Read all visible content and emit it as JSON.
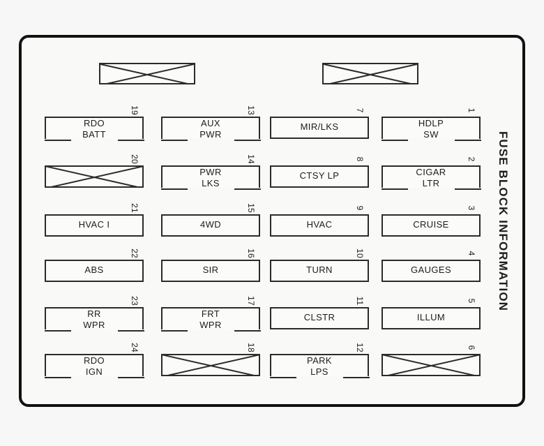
{
  "diagram": {
    "caption": "FUSE BLOCK INFORMATION",
    "frame_color": "#111111",
    "slot_border_color": "#2b2b2b",
    "background_color": "#f7f7f7"
  },
  "relays": [
    {
      "id": "relay-left",
      "number": "",
      "label_line1": "",
      "label_line2": "",
      "empty": true
    },
    {
      "id": "relay-right",
      "number": "",
      "label_line1": "",
      "label_line2": "",
      "empty": true
    }
  ],
  "columns": [
    {
      "index": 1,
      "fuses": [
        {
          "number": "19",
          "label_line1": "RDO",
          "label_line2": "BATT",
          "empty": false
        },
        {
          "number": "20",
          "label_line1": "",
          "label_line2": "",
          "empty": true
        },
        {
          "number": "21",
          "label_line1": "HVAC I",
          "label_line2": "",
          "empty": false
        },
        {
          "number": "22",
          "label_line1": "ABS",
          "label_line2": "",
          "empty": false
        },
        {
          "number": "23",
          "label_line1": "RR",
          "label_line2": "WPR",
          "empty": false
        },
        {
          "number": "24",
          "label_line1": "RDO",
          "label_line2": "IGN",
          "empty": false
        }
      ]
    },
    {
      "index": 2,
      "fuses": [
        {
          "number": "13",
          "label_line1": "AUX",
          "label_line2": "PWR",
          "empty": false
        },
        {
          "number": "14",
          "label_line1": "PWR",
          "label_line2": "LKS",
          "empty": false
        },
        {
          "number": "15",
          "label_line1": "4WD",
          "label_line2": "",
          "empty": false
        },
        {
          "number": "16",
          "label_line1": "SIR",
          "label_line2": "",
          "empty": false
        },
        {
          "number": "17",
          "label_line1": "FRT",
          "label_line2": "WPR",
          "empty": false
        },
        {
          "number": "18",
          "label_line1": "",
          "label_line2": "",
          "empty": true
        }
      ]
    },
    {
      "index": 3,
      "fuses": [
        {
          "number": "7",
          "label_line1": "MIR/LKS",
          "label_line2": "",
          "empty": false
        },
        {
          "number": "8",
          "label_line1": "CTSY LP",
          "label_line2": "",
          "empty": false
        },
        {
          "number": "9",
          "label_line1": "HVAC",
          "label_line2": "",
          "empty": false
        },
        {
          "number": "10",
          "label_line1": "TURN",
          "label_line2": "",
          "empty": false
        },
        {
          "number": "11",
          "label_line1": "CLSTR",
          "label_line2": "",
          "empty": false
        },
        {
          "number": "12",
          "label_line1": "PARK",
          "label_line2": "LPS",
          "empty": false
        }
      ]
    },
    {
      "index": 4,
      "fuses": [
        {
          "number": "1",
          "label_line1": "HDLP",
          "label_line2": "SW",
          "empty": false
        },
        {
          "number": "2",
          "label_line1": "CIGAR",
          "label_line2": "LTR",
          "empty": false
        },
        {
          "number": "3",
          "label_line1": "CRUISE",
          "label_line2": "",
          "empty": false
        },
        {
          "number": "4",
          "label_line1": "GAUGES",
          "label_line2": "",
          "empty": false
        },
        {
          "number": "5",
          "label_line1": "ILLUM",
          "label_line2": "",
          "empty": false
        },
        {
          "number": "6",
          "label_line1": "",
          "label_line2": "",
          "empty": true
        }
      ]
    }
  ]
}
